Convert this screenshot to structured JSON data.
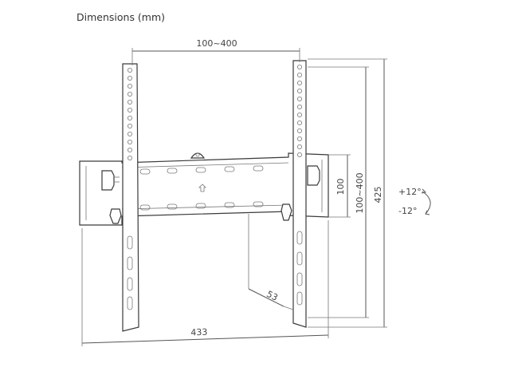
{
  "title": "Dimensions (mm)",
  "dimensions": {
    "top_span": "100~400",
    "total_height": "425",
    "vertical_span": "100~400",
    "plate_height": "100",
    "depth": "53",
    "width": "433",
    "tilt_up": "+12°",
    "tilt_down": "-12°"
  },
  "icons": {
    "level": "up-arrow-icon",
    "tilt": "curved-arrow-icon"
  }
}
